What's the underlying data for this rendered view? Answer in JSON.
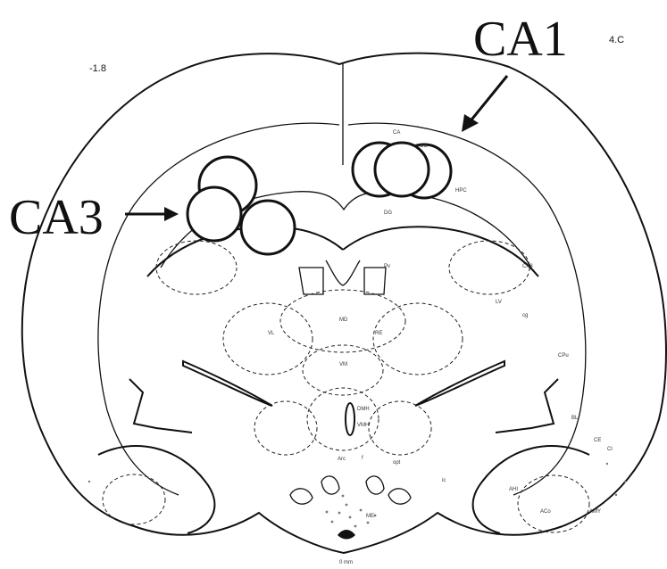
{
  "figure": {
    "section_level_left": "-1.8",
    "section_level_right": "4.C",
    "bottom_mark": "0 mm"
  },
  "labels": {
    "ca1": "CA1",
    "ca3": "CA3"
  },
  "small_labels": [
    "CA",
    "CC",
    "DG",
    "HPC",
    "CA3",
    "cg",
    "CPu",
    "LV",
    "MD",
    "VL",
    "VM",
    "RE",
    "Pv",
    "DMH",
    "VMH",
    "Arc",
    "ACo",
    "CE",
    "BL",
    "AHI",
    "AMY",
    "ME",
    "opt",
    "f",
    "ic",
    "Cl"
  ],
  "colors": {
    "ink": "#111111",
    "paper": "#ffffff"
  }
}
